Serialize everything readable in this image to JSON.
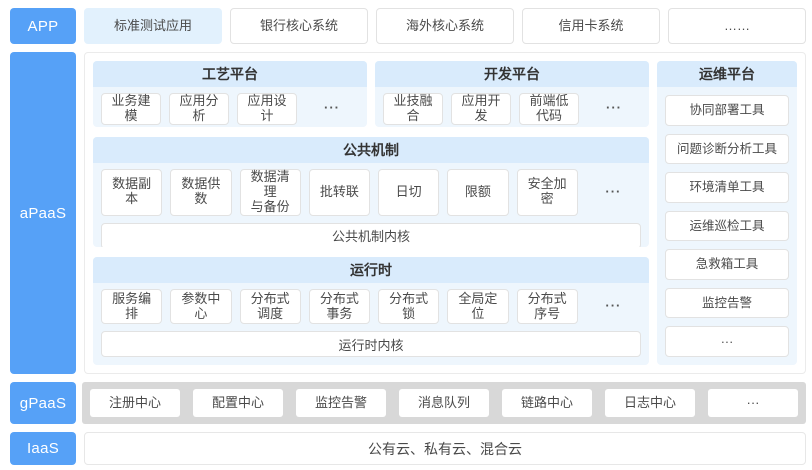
{
  "colors": {
    "layer_label_blue": "#56a1f7",
    "panel_header_blue": "#d9ebfc",
    "panel_body_blue": "#eef6fd",
    "highlight_chip_blue": "#e2f1fd",
    "gpaas_strip_gray": "#d8d8d8",
    "chip_border": "#e2e2e2",
    "text": "#4a4a4a"
  },
  "app": {
    "label": "APP",
    "items": [
      {
        "label": "标准测试应用",
        "highlighted": true
      },
      "银行核心系统",
      "海外核心系统",
      "信用卡系统",
      "……"
    ]
  },
  "apaas": {
    "label": "aPaaS",
    "craft": {
      "title": "工艺平台",
      "items": [
        "业务建模",
        "应用分析",
        "应用设计",
        {
          "label": "···",
          "dots": true
        }
      ]
    },
    "dev": {
      "title": "开发平台",
      "items": [
        "业技融合",
        "应用开发",
        "前端低代码",
        {
          "label": "···",
          "dots": true
        }
      ]
    },
    "ops": {
      "title": "运维平台",
      "items": [
        "协同部署工具",
        "问题诊断分析工具",
        "环境清单工具",
        "运维巡检工具",
        "急救箱工具",
        "监控告警",
        "···"
      ]
    },
    "common": {
      "title": "公共机制",
      "items": [
        "数据副本",
        "数据供数",
        "数据清理\n与备份",
        "批转联",
        "日切",
        "限额",
        "安全加密",
        {
          "label": "···",
          "dots": true
        }
      ],
      "kernel": "公共机制内核"
    },
    "runtime": {
      "title": "运行时",
      "items": [
        "服务编排",
        "参数中心",
        "分布式\n调度",
        "分布式\n事务",
        "分布式锁",
        "全局定位",
        "分布式\n序号",
        {
          "label": "···",
          "dots": true
        }
      ],
      "kernel": "运行时内核"
    }
  },
  "gpaas": {
    "label": "gPaaS",
    "items": [
      "注册中心",
      "配置中心",
      "监控告警",
      "消息队列",
      "链路中心",
      "日志中心",
      "···"
    ]
  },
  "iaas": {
    "label": "IaaS",
    "content": "公有云、私有云、混合云"
  }
}
